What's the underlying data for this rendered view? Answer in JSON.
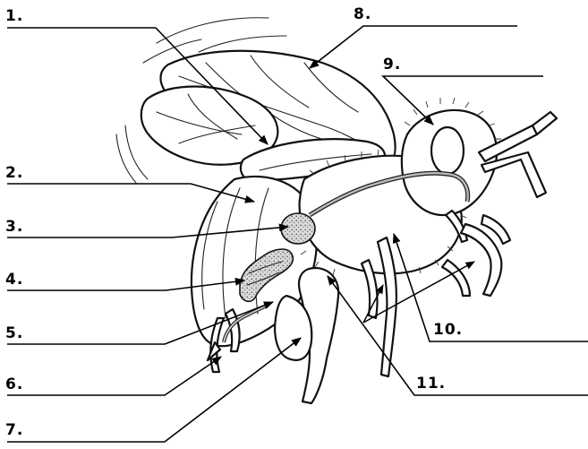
{
  "labels": [
    {
      "id": "1",
      "text": "1."
    },
    {
      "id": "2",
      "text": "2."
    },
    {
      "id": "3",
      "text": "3."
    },
    {
      "id": "4",
      "text": "4."
    },
    {
      "id": "5",
      "text": "5."
    },
    {
      "id": "6",
      "text": "6."
    },
    {
      "id": "7",
      "text": "7."
    },
    {
      "id": "8",
      "text": "8."
    },
    {
      "id": "9",
      "text": "9."
    },
    {
      "id": "10",
      "text": "10."
    },
    {
      "id": "11",
      "text": "11."
    }
  ]
}
